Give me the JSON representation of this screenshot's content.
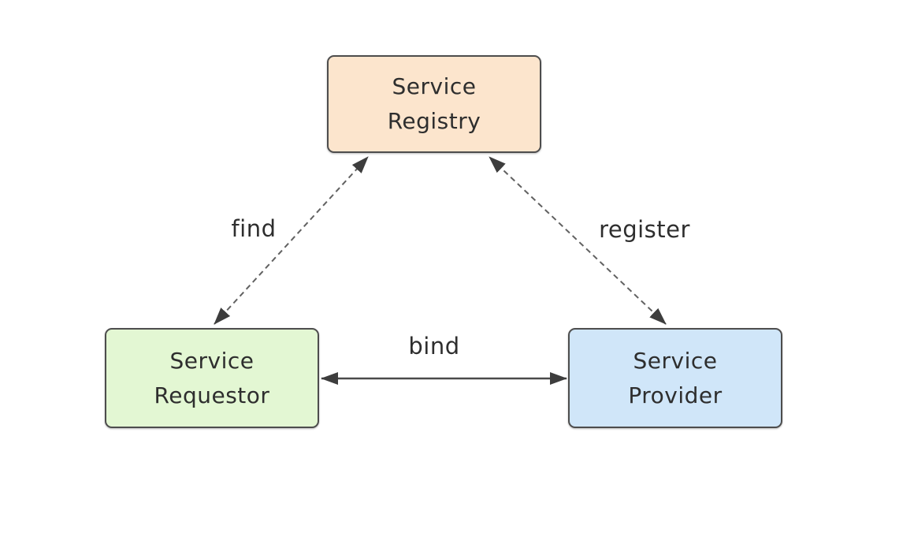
{
  "diagram": {
    "background": "#FFFFFF",
    "nodes": [
      {
        "id": "service-registry",
        "line1": "Service",
        "line2": "Registry",
        "fill": "#FCE5CD",
        "border": "#4D4D4D"
      },
      {
        "id": "service-requestor",
        "line1": "Service",
        "line2": "Requestor",
        "fill": "#E3F7D3",
        "border": "#4D4D4D"
      },
      {
        "id": "service-provider",
        "line1": "Service",
        "line2": "Provider",
        "fill": "#D0E6F9",
        "border": "#4D4D4D"
      }
    ],
    "edges": [
      {
        "id": "find",
        "label": "find",
        "from": "service-requestor",
        "to": "service-registry",
        "line_style": "dashed",
        "direction": "bidirectional"
      },
      {
        "id": "register",
        "label": "register",
        "from": "service-provider",
        "to": "service-registry",
        "line_style": "dashed",
        "direction": "bidirectional"
      },
      {
        "id": "bind",
        "label": "bind",
        "from": "service-requestor",
        "to": "service-provider",
        "line_style": "solid",
        "direction": "bidirectional"
      }
    ],
    "colors": {
      "dashed_edge": "#616161",
      "solid_edge": "#4A4A4A",
      "arrowhead": "#3D3D3D",
      "text": "#2E2E2E"
    }
  }
}
